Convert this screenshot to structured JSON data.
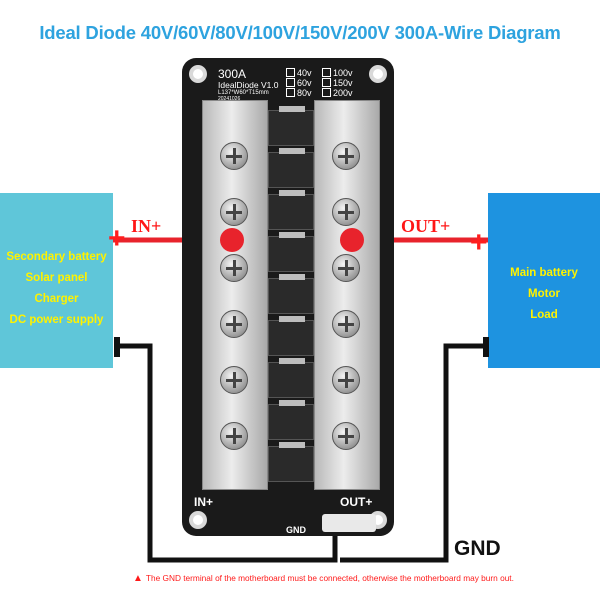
{
  "title": "Ideal Diode 40V/60V/80V/100V/150V/200V 300A-Wire Diagram",
  "input_side": {
    "terminal_label": "IN+",
    "sources": [
      "Secondary battery",
      "Solar panel",
      "Charger",
      "DC power supply"
    ]
  },
  "output_side": {
    "terminal_label": "OUT+",
    "loads": [
      "Main battery",
      "Motor",
      "Load"
    ]
  },
  "ground_label": "GND",
  "warning": "The GND terminal of the motherboard must be connected, otherwise the motherboard may burn out.",
  "board": {
    "rating": "300A",
    "model": "IdealDiode V1.0",
    "dims": "L137*W60*T15mm",
    "serial": "20241026",
    "voltage_options": [
      "40v",
      "100v",
      "60v",
      "150v",
      "80v",
      "200v"
    ],
    "in_label": "IN+",
    "out_label": "OUT+",
    "gnd_label": "GND"
  },
  "colors": {
    "title": "#2ea3df",
    "source_box": "#5fc6d9",
    "load_box": "#1e93e0",
    "positive_wire": "#e8232c",
    "ground_wire": "#111111",
    "box_text": "#fff200",
    "warning": "#ff1a1a"
  }
}
